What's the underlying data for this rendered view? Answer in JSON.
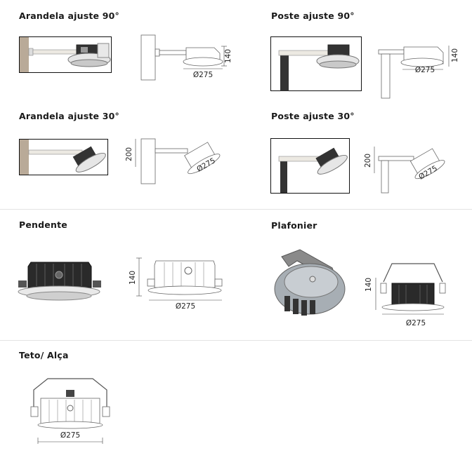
{
  "sections": {
    "arandela90": {
      "title": "Arandela ajuste 90°",
      "height": "140",
      "diameter": "Ø275"
    },
    "poste90": {
      "title": "Poste ajuste 90°",
      "height": "140",
      "diameter": "Ø275"
    },
    "arandela30": {
      "title": "Arandela ajuste 30°",
      "height": "200",
      "diameter": "Ø275"
    },
    "poste30": {
      "title": "Poste ajuste 30°",
      "height": "200",
      "diameter": "Ø275"
    },
    "pendente": {
      "title": "Pendente",
      "height": "140",
      "diameter": "Ø275"
    },
    "plafonier": {
      "title": "Plafonier",
      "height": "140",
      "diameter": "Ø275"
    },
    "teto": {
      "title": "Teto/ Alça",
      "diameter": "Ø275"
    }
  },
  "colors": {
    "line": "#555555",
    "dark_body": "#2a2a2a",
    "wall": "#b9aa98",
    "frame": "#111111",
    "divider": "#e3e3e3"
  }
}
